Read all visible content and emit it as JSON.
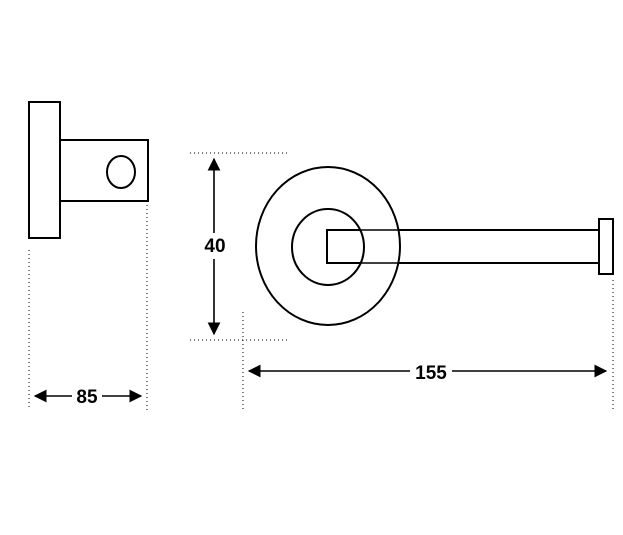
{
  "dimensions": {
    "depth": "85",
    "height": "40",
    "length": "155"
  }
}
